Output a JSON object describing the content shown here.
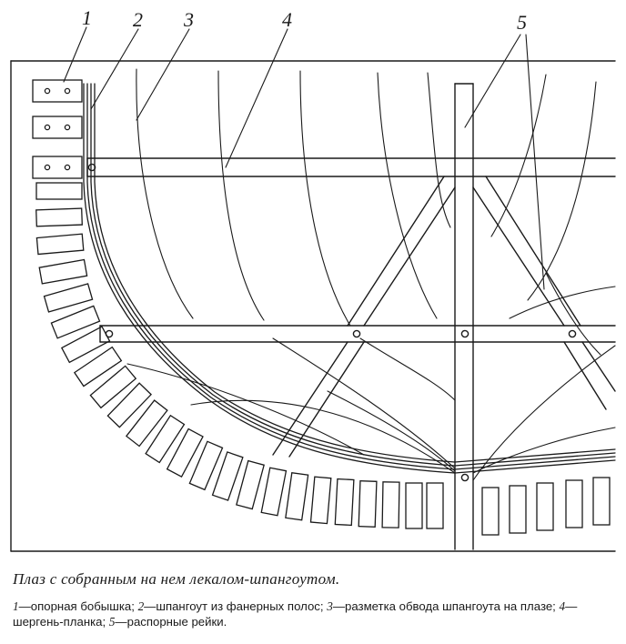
{
  "callouts": [
    {
      "id": "1",
      "label": "1"
    },
    {
      "id": "2",
      "label": "2"
    },
    {
      "id": "3",
      "label": "3"
    },
    {
      "id": "4",
      "label": "4"
    },
    {
      "id": "5",
      "label": "5"
    }
  ],
  "caption": {
    "title": "Плаз с собранным на нем лекалом-шпангоутом.",
    "legend": [
      {
        "num": "1",
        "text": "—опорная бобышка; "
      },
      {
        "num": "2",
        "text": "—шпангоут из фанерных полос; "
      },
      {
        "num": "3",
        "text": "—разметка обвода шпангоута на плазе; "
      },
      {
        "num": "4",
        "text": "—шергень-планка; "
      },
      {
        "num": "5",
        "text": "—распорные рейки."
      }
    ]
  },
  "colors": {
    "ink": "#1a1a1a",
    "paper": "#ffffff"
  }
}
